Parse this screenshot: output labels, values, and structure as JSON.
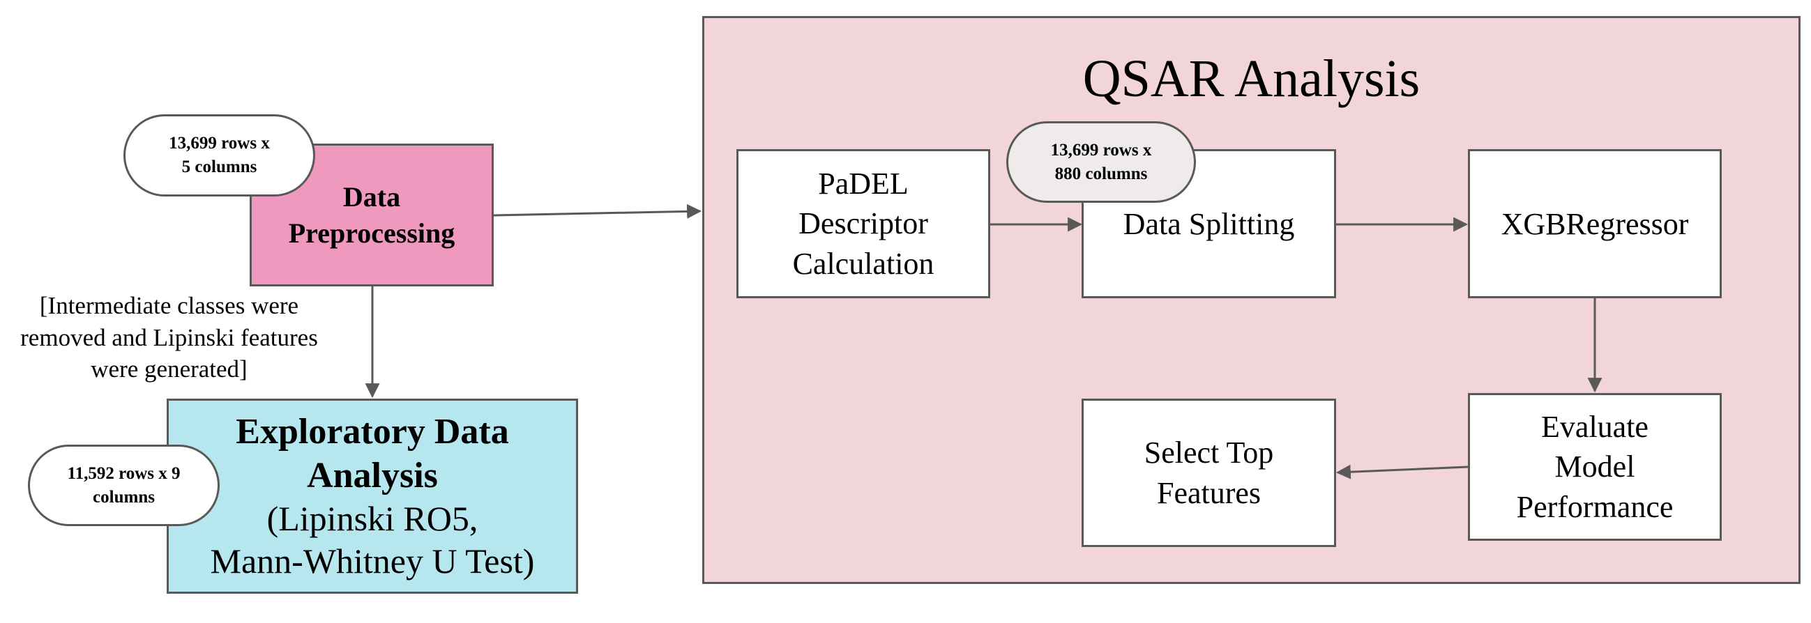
{
  "qsar": {
    "title": "QSAR Analysis",
    "padel": [
      "PaDEL",
      "Descriptor",
      "Calculation"
    ],
    "split": "Data Splitting",
    "xgb": "XGBRegressor",
    "evaluate": [
      "Evaluate",
      "Model",
      "Performance"
    ],
    "select": [
      "Select Top",
      "Features"
    ],
    "split_count": [
      "13,699 rows x",
      "880 columns"
    ]
  },
  "preprocessing": {
    "label": [
      "Data",
      "Preprocessing"
    ],
    "count": [
      "13,699 rows x",
      "5 columns"
    ],
    "note": [
      "[Intermediate classes were",
      "removed and Lipinski features",
      "were generated]"
    ]
  },
  "eda": {
    "title": [
      "Exploratory Data",
      "Analysis"
    ],
    "subtitle": [
      "(Lipinski RO5,",
      "Mann-Whitney U Test)"
    ],
    "count": [
      "11,592 rows x 9",
      "columns"
    ]
  },
  "colors": {
    "qsar_background": "#f2d5d9",
    "preprocessing_fill": "#f099bf",
    "eda_fill": "#b6e6ee",
    "pill_grey": "#efebeb",
    "border": "#595959"
  }
}
